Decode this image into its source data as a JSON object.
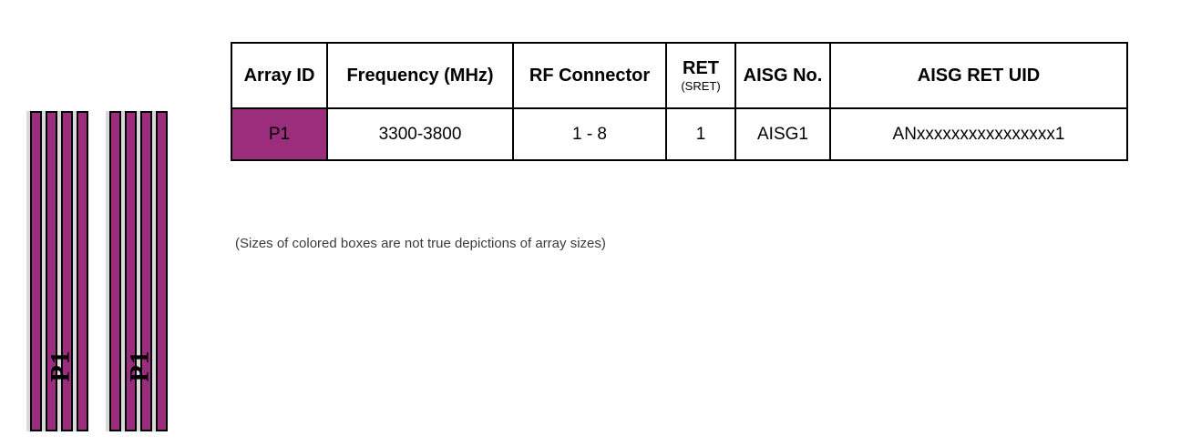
{
  "diagram": {
    "groups": [
      {
        "label": "P1",
        "bar_count": 4
      },
      {
        "label": "P1",
        "bar_count": 4
      }
    ],
    "bar_color": "#9B2D7D",
    "bar_outline_color": "#000000",
    "shadow_color": "#d9d9d9"
  },
  "note": "(Sizes of colored boxes are not true depictions of array sizes)",
  "table": {
    "headers": {
      "array_id": "Array ID",
      "frequency": "Frequency (MHz)",
      "rf_connector": "RF Connector",
      "ret_main": "RET",
      "ret_sub": "(SRET)",
      "aisg_no": "AISG No.",
      "aisg_ret_uid": "AISG RET UID"
    },
    "rows": [
      {
        "array_id": "P1",
        "array_id_color": "#9B2D7D",
        "frequency": "3300-3800",
        "rf_connector": "1 - 8",
        "ret": "1",
        "aisg_no": "AISG1",
        "aisg_ret_uid": "ANxxxxxxxxxxxxxxxx1"
      }
    ]
  }
}
